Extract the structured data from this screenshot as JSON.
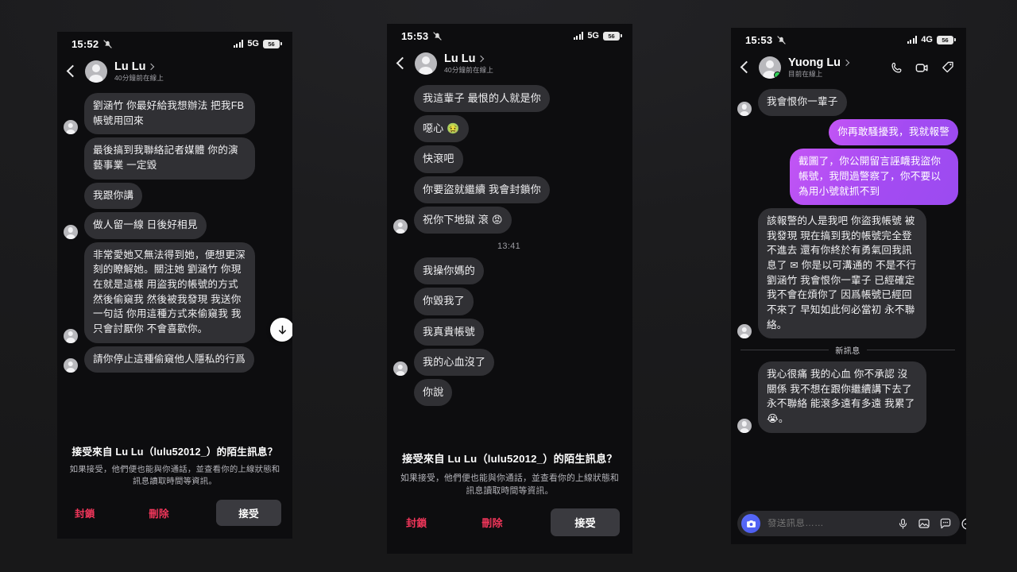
{
  "panels": [
    {
      "status": {
        "time": "15:52",
        "network": "5G",
        "battery": "56",
        "mute_icon": "bell-muted-icon"
      },
      "header": {
        "name": "Lu Lu",
        "subtitle": "40分鐘前在線上",
        "back_icon": "back-chevron-icon",
        "name_chevron_icon": "chevron-right-icon",
        "avatar_icon": "avatar-placeholder-icon"
      },
      "messages": [
        {
          "dir": "in",
          "text": "劉涵竹 你最好給我想辦法 把我FB帳號用回來",
          "avatar": true
        },
        {
          "dir": "in",
          "text": "最後搞到我聯絡記者媒體 你的演藝事業 一定毀",
          "avatar": false
        },
        {
          "dir": "in",
          "text": "我跟你講",
          "avatar": false
        },
        {
          "dir": "in",
          "text": "做人留一線 日後好相見",
          "avatar": true
        },
        {
          "dir": "in",
          "text": "非常愛她又無法得到她，便想更深刻的瞭解她。關注她 劉涵竹 你現在就是這樣 用盜我的帳號的方式 然後偷窺我 然後被我發現 我送你一句話 你用這種方式來偷窺我 我只會討厭你 不會喜歡你。",
          "avatar": true
        },
        {
          "dir": "in",
          "text": "請你停止這種偷窺他人隱私的行爲",
          "avatar": true
        }
      ],
      "scroll_button_icon": "scroll-to-bottom-arrow-icon",
      "request": {
        "title": "接受來自 Lu Lu（lulu52012_）的陌生訊息？",
        "desc": "如果接受，他們便也能與你通話，並查看你的上線狀態和訊息讀取時間等資訊。",
        "block_label": "封鎖",
        "delete_label": "刪除",
        "accept_label": "接受",
        "danger_color": "#f0365a"
      }
    },
    {
      "status": {
        "time": "15:53",
        "network": "5G",
        "battery": "56",
        "mute_icon": "bell-muted-icon"
      },
      "header": {
        "name": "Lu Lu",
        "subtitle": "40分鐘前在線上",
        "back_icon": "back-chevron-icon",
        "name_chevron_icon": "chevron-right-icon",
        "avatar_icon": "avatar-placeholder-icon"
      },
      "messages": [
        {
          "dir": "in",
          "text": "我這輩子 最恨的人就是你",
          "avatar": false
        },
        {
          "dir": "in",
          "text": "噁心 🤢",
          "avatar": false
        },
        {
          "dir": "in",
          "text": "快滾吧",
          "avatar": false
        },
        {
          "dir": "in",
          "text": "你要盜就繼續 我會封鎖你",
          "avatar": false
        },
        {
          "dir": "in",
          "text": "祝你下地獄 滾 😡",
          "avatar": true
        }
      ],
      "timestamp": "13:41",
      "messages2": [
        {
          "dir": "in",
          "text": "我操你媽的",
          "avatar": false
        },
        {
          "dir": "in",
          "text": "你毀我了",
          "avatar": false
        },
        {
          "dir": "in",
          "text": "我真貴帳號",
          "avatar": false
        },
        {
          "dir": "in",
          "text": "我的心血沒了",
          "avatar": true
        },
        {
          "dir": "in",
          "text": "你說",
          "avatar": false
        }
      ],
      "request": {
        "title": "接受來自 Lu Lu（lulu52012_）的陌生訊息？",
        "desc": "如果接受，他們便也能與你通話，並查看你的上線狀態和訊息讀取時間等資訊。",
        "block_label": "封鎖",
        "delete_label": "刪除",
        "accept_label": "接受",
        "danger_color": "#f0365a"
      }
    },
    {
      "status": {
        "time": "15:53",
        "network": "4G",
        "battery": "56",
        "mute_icon": "bell-muted-icon"
      },
      "header": {
        "name": "Yuong Lu",
        "subtitle": "目前在線上",
        "back_icon": "back-chevron-icon",
        "name_chevron_icon": "chevron-right-icon",
        "avatar_icon": "avatar-placeholder-icon",
        "online_dot_color": "#31d158",
        "actions": [
          "phone-call-icon",
          "video-call-icon",
          "tag-icon"
        ]
      },
      "messages": [
        {
          "dir": "in",
          "text": "我會恨你一輩子",
          "avatar": true
        },
        {
          "dir": "out",
          "text": "你再敢騷擾我，我就報警"
        },
        {
          "dir": "out",
          "text": "截圖了，你公開留言誣衊我盜你帳號，我問過警察了，你不要以為用小號就抓不到"
        },
        {
          "dir": "in",
          "text": "該報警的人是我吧 你盜我帳號 被我發現 現在搞到我的帳號完全登不進去 還有你終於有勇氣回我訊息了 ✉ 你是以可溝通的 不是不行 劉涵竹 我會恨你一輩子 已經確定 我不會在煩你了 因爲帳號已經回不來了 早知如此何必當初 永不聯絡。",
          "avatar": true
        }
      ],
      "new_divider": "新訊息",
      "messages2": [
        {
          "dir": "in",
          "text": "我心很痛 我的心血 你不承認 沒關係 我不想在跟你繼續講下去了 永不聯絡 能滾多遠有多遠 我累了 😭。",
          "avatar": true
        }
      ],
      "composer": {
        "camera_icon": "camera-icon",
        "placeholder": "發送訊息……",
        "value": "",
        "icons": [
          "microphone-icon",
          "image-icon",
          "sticker-icon",
          "plus-icon"
        ],
        "camera_color": "#5b6dfa"
      }
    }
  ],
  "theme": {
    "page_background": "#1e1e1e",
    "phone_background": "#0d0d0f",
    "bubble_in": "#303034",
    "bubble_out": "#a44bf2"
  }
}
